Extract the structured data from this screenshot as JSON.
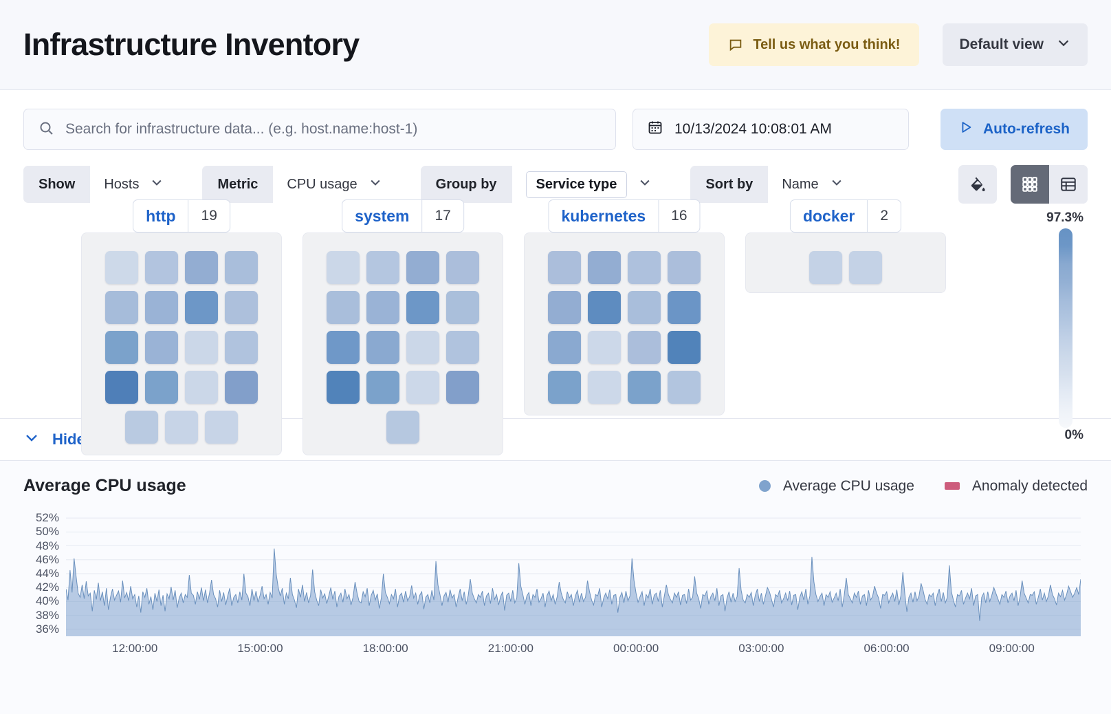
{
  "header": {
    "title": "Infrastructure Inventory",
    "feedback_label": "Tell us what you think!",
    "feedback_icon": "comment-icon",
    "view_label": "Default view",
    "view_icon": "chevron-down-icon"
  },
  "search": {
    "placeholder": "Search for infrastructure data... (e.g. host.name:host-1)",
    "value": "",
    "icon": "search-icon"
  },
  "datepicker": {
    "value": "10/13/2024 10:08:01 AM",
    "icon": "calendar-icon"
  },
  "autorefresh": {
    "label": "Auto-refresh",
    "icon": "play-icon"
  },
  "filters": [
    {
      "label": "Show",
      "value": "Hosts",
      "boxed": false,
      "icon": "chevron-down-icon"
    },
    {
      "label": "Metric",
      "value": "CPU usage",
      "boxed": false,
      "icon": "chevron-down-icon"
    },
    {
      "label": "Group by",
      "value": "Service type",
      "boxed": true,
      "icon": "chevron-down-icon"
    },
    {
      "label": "Sort by",
      "value": "Name",
      "boxed": false,
      "icon": "chevron-down-icon"
    }
  ],
  "toolbar": {
    "palette_icon": "color-fill-icon",
    "grid_view_icon": "grid-view-icon",
    "table_view_icon": "table-view-icon",
    "active_view": "grid"
  },
  "legend_scale": {
    "max": "97.3%",
    "min": "0%"
  },
  "groups": [
    {
      "name": "http",
      "count": "19",
      "tiles": [
        "#cdd9e9",
        "#b2c4df",
        "#93add2",
        "#a9bedb",
        "#a6bcda",
        "#9ab3d6",
        "#6d97c7",
        "#adc0dc",
        "#7ba2cb",
        "#9ab3d6",
        "#cbd7e8",
        "#b0c3de",
        "#4f7fb8",
        "#7ba2cb",
        "#cbd7e8",
        "#829fca",
        "#b9cae1",
        "#c7d4e7",
        "#c7d4e7"
      ]
    },
    {
      "name": "system",
      "count": "17",
      "tiles": [
        "#cbd7e8",
        "#b4c6e0",
        "#93add2",
        "#abbedb",
        "#a9bedb",
        "#9ab3d6",
        "#6d97c7",
        "#aabfdb",
        "#6f98c8",
        "#8aa9d0",
        "#cbd7e8",
        "#b0c3de",
        "#5183ba",
        "#7ba2cb",
        "#ccd8e9",
        "#829fca",
        "#b6c8e0"
      ]
    },
    {
      "name": "kubernetes",
      "count": "16",
      "tiles": [
        "#abbedb",
        "#93add2",
        "#aec1dd",
        "#abbedb",
        "#93add2",
        "#5e8cc0",
        "#a9bedb",
        "#6b95c6",
        "#8aa9d0",
        "#ccd8e9",
        "#abbedb",
        "#5183ba",
        "#7ba2cb",
        "#ccd8e9",
        "#7ba2cb",
        "#b2c5df"
      ]
    },
    {
      "name": "docker",
      "count": "2",
      "tiles": [
        "#c4d2e6",
        "#c4d2e6"
      ]
    }
  ],
  "history": {
    "toggle_label": "Hide history",
    "toggle_icon": "chevron-down-icon"
  },
  "chart_data": {
    "type": "area",
    "title": "Average CPU usage",
    "xlabel": "",
    "ylabel": "",
    "ylim": [
      35,
      53
    ],
    "grid": true,
    "legend_position": "top-right",
    "legend": [
      {
        "name": "Average CPU usage",
        "color": "#80a3cd",
        "marker": "circle"
      },
      {
        "name": "Anomaly detected",
        "color": "#cd5c7c",
        "marker": "square"
      }
    ],
    "ytick_labels": [
      "52%",
      "50%",
      "48%",
      "46%",
      "44%",
      "42%",
      "40%",
      "38%",
      "36%"
    ],
    "ytick_values": [
      52,
      50,
      48,
      46,
      44,
      42,
      40,
      38,
      36
    ],
    "xtick_labels": [
      "12:00:00",
      "15:00:00",
      "18:00:00",
      "21:00:00",
      "00:00:00",
      "03:00:00",
      "06:00:00",
      "09:00:00"
    ],
    "series": [
      {
        "name": "Average CPU usage",
        "color": "#80a3cd",
        "values": [
          41.8,
          40.2,
          44.5,
          41.3,
          46.2,
          43.6,
          41.2,
          40.6,
          42.4,
          40.4,
          42.9,
          40.8,
          41.2,
          38.6,
          41.6,
          40.3,
          42.7,
          40.1,
          41.4,
          39.4,
          41.9,
          38.8,
          40.6,
          41.8,
          40.2,
          40.9,
          41.5,
          39.9,
          43.0,
          40.5,
          41.3,
          40.1,
          42.2,
          40.4,
          41.0,
          39.2,
          40.8,
          38.4,
          41.4,
          40.6,
          41.9,
          39.6,
          40.7,
          38.8,
          41.2,
          40.0,
          41.7,
          39.4,
          40.9,
          38.6,
          41.1,
          40.4,
          42.1,
          40.2,
          41.6,
          39.1,
          40.5,
          41.2,
          39.8,
          41.0,
          40.6,
          43.8,
          41.2,
          40.9,
          39.6,
          41.4,
          40.3,
          42.0,
          40.1,
          41.7,
          39.8,
          41.2,
          43.1,
          41.0,
          40.4,
          39.2,
          41.6,
          40.0,
          41.3,
          39.5,
          40.8,
          41.9,
          39.4,
          40.6,
          41.0,
          39.8,
          41.4,
          40.2,
          44.0,
          41.2,
          40.7,
          39.4,
          41.8,
          40.1,
          41.5,
          39.9,
          40.9,
          42.2,
          40.4,
          41.0,
          39.6,
          41.3,
          40.5,
          47.6,
          43.9,
          42.0,
          40.8,
          41.9,
          39.6,
          41.2,
          40.4,
          43.4,
          41.0,
          40.2,
          39.1,
          41.8,
          40.6,
          42.4,
          40.0,
          41.3,
          39.8,
          40.9,
          44.6,
          41.4,
          40.2,
          39.4,
          41.7,
          40.5,
          41.1,
          39.7,
          40.8,
          42.0,
          40.3,
          41.5,
          39.2,
          40.7,
          41.2,
          39.9,
          41.8,
          40.4,
          41.0,
          39.5,
          40.6,
          42.8,
          41.2,
          40.0,
          39.8,
          41.4,
          40.7,
          41.9,
          39.4,
          40.9,
          41.6,
          40.2,
          41.1,
          39.0,
          40.5,
          44.0,
          41.3,
          40.6,
          39.7,
          41.0,
          40.4,
          41.8,
          39.2,
          40.8,
          41.2,
          39.9,
          41.5,
          40.1,
          40.7,
          42.3,
          40.5,
          41.2,
          39.6,
          40.9,
          41.4,
          38.9,
          40.6,
          41.0,
          39.8,
          41.6,
          40.2,
          45.8,
          42.4,
          41.0,
          39.4,
          40.8,
          41.3,
          39.9,
          41.7,
          40.5,
          41.0,
          39.2,
          40.6,
          41.8,
          40.1,
          41.4,
          39.6,
          40.9,
          43.2,
          41.2,
          40.4,
          39.8,
          41.0,
          40.6,
          41.5,
          39.4,
          40.8,
          41.2,
          39.7,
          41.9,
          40.3,
          41.0,
          39.5,
          40.7,
          41.4,
          38.7,
          40.9,
          41.2,
          40.0,
          41.6,
          39.8,
          40.5,
          45.5,
          42.2,
          41.0,
          39.6,
          40.8,
          41.3,
          39.4,
          41.0,
          40.6,
          41.8,
          39.9,
          40.4,
          41.2,
          39.2,
          40.9,
          41.5,
          40.1,
          41.0,
          39.6,
          40.7,
          42.8,
          41.2,
          40.3,
          39.8,
          41.4,
          40.5,
          41.0,
          39.4,
          40.8,
          41.6,
          39.9,
          41.2,
          40.0,
          40.6,
          43.0,
          41.4,
          40.2,
          39.5,
          41.0,
          40.8,
          41.9,
          39.2,
          40.5,
          41.2,
          40.4,
          41.7,
          39.6,
          40.9,
          41.0,
          38.4,
          40.6,
          41.3,
          39.8,
          41.5,
          40.1,
          40.8,
          46.2,
          43.0,
          41.2,
          39.9,
          40.7,
          41.4,
          39.4,
          41.0,
          40.5,
          41.8,
          39.6,
          40.9,
          41.2,
          40.0,
          41.6,
          39.2,
          40.8,
          42.4,
          41.0,
          40.3,
          39.8,
          41.2,
          40.6,
          41.4,
          39.5,
          40.9,
          41.0,
          39.7,
          41.8,
          40.2,
          40.6,
          43.6,
          41.2,
          40.4,
          39.0,
          41.0,
          40.8,
          41.5,
          39.6,
          40.7,
          41.2,
          40.1,
          41.9,
          39.4,
          40.8,
          41.0,
          38.6,
          40.5,
          41.4,
          39.9,
          41.2,
          40.0,
          40.7,
          44.8,
          41.6,
          40.2,
          39.8,
          41.0,
          40.6,
          41.3,
          39.4,
          40.9,
          41.8,
          40.0,
          41.2,
          39.6,
          40.8,
          42.0,
          41.4,
          40.3,
          39.2,
          41.0,
          40.7,
          41.6,
          39.8,
          40.4,
          41.2,
          40.1,
          41.5,
          39.5,
          40.9,
          41.0,
          38.8,
          40.6,
          41.4,
          40.2,
          41.8,
          39.6,
          40.8,
          46.4,
          42.8,
          41.0,
          40.0,
          40.7,
          41.2,
          39.4,
          41.0,
          40.6,
          41.4,
          39.9,
          40.5,
          41.2,
          40.1,
          41.8,
          39.2,
          40.9,
          43.4,
          41.0,
          40.4,
          39.8,
          41.2,
          40.6,
          41.5,
          39.6,
          40.8,
          41.0,
          39.4,
          41.6,
          40.2,
          40.7,
          42.2,
          41.2,
          40.5,
          39.0,
          41.0,
          40.9,
          41.4,
          39.8,
          40.6,
          41.2,
          40.0,
          41.7,
          39.5,
          40.8,
          44.2,
          41.0,
          38.5,
          40.6,
          41.2,
          39.9,
          41.4,
          40.1,
          40.8,
          42.6,
          41.6,
          40.3,
          39.6,
          41.0,
          40.7,
          41.2,
          39.4,
          40.9,
          41.8,
          40.0,
          41.3,
          39.8,
          40.6,
          45.2,
          41.4,
          40.2,
          39.2,
          41.0,
          40.8,
          41.6,
          39.6,
          40.5,
          41.2,
          40.4,
          41.9,
          39.4,
          40.8,
          41.0,
          37.2,
          40.6,
          41.2,
          39.8,
          41.4,
          40.0,
          40.9,
          42.0,
          41.2,
          40.4,
          39.6,
          41.0,
          40.6,
          41.5,
          39.8,
          40.8,
          41.2,
          40.1,
          41.6,
          39.4,
          40.7,
          43.0,
          41.2,
          40.5,
          39.8,
          41.0,
          40.9,
          41.4,
          39.6,
          40.6,
          41.8,
          40.2,
          41.2,
          40.0,
          40.8,
          42.4,
          41.0,
          40.4,
          39.5,
          41.2,
          40.7,
          41.6,
          40.2,
          41.0,
          42.2,
          41.4,
          40.6,
          41.2,
          42.0,
          41.0,
          43.2
        ]
      }
    ]
  }
}
